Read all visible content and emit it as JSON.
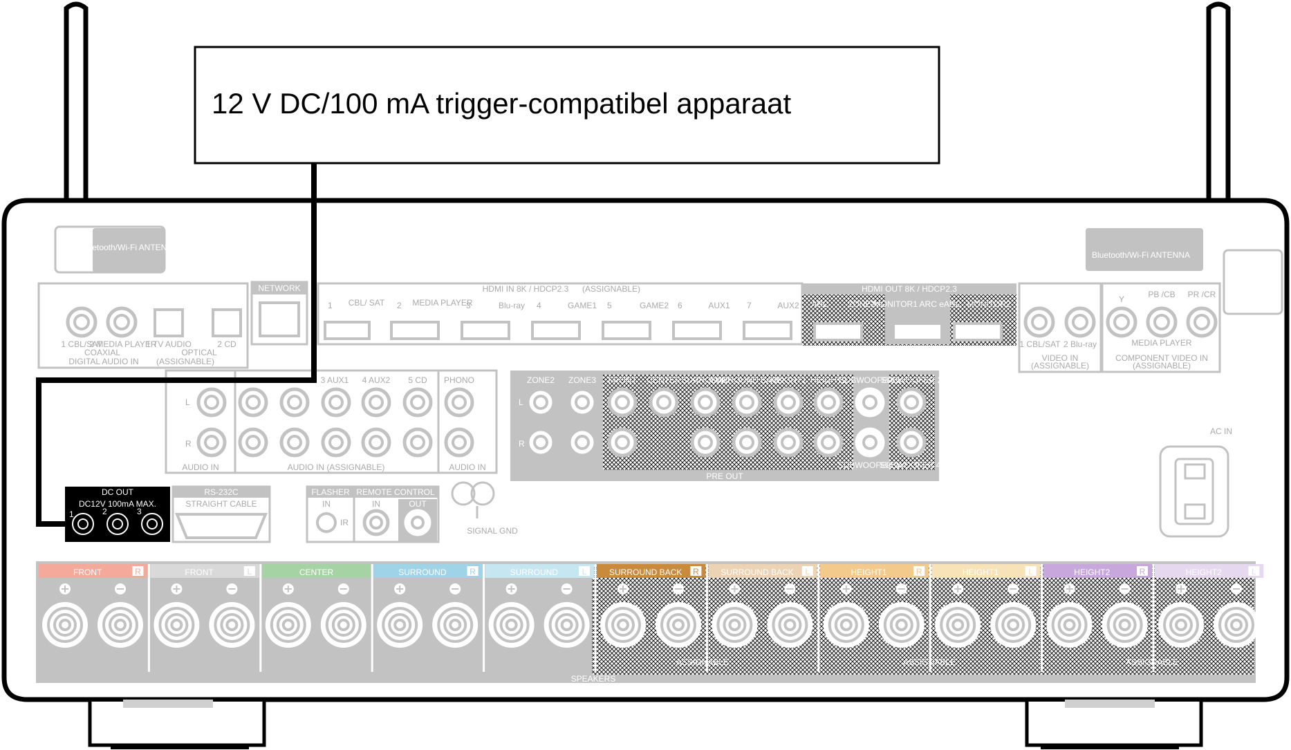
{
  "callout": {
    "text": "12 V DC/100 mA trigger-compatibel apparaat"
  },
  "antenna": {
    "left_label": "Bluetooth/Wi-Fi ANTENNA",
    "right_label": "Bluetooth/Wi-Fi ANTENNA"
  },
  "network": {
    "label": "NETWORK"
  },
  "digital_audio": {
    "label": "DIGITAL AUDIO IN",
    "assignable": "(ASSIGNABLE)",
    "coaxial_label": "COAXIAL",
    "optical_label": "OPTICAL",
    "jacks": [
      "1 CBL/SAT",
      "2 MEDIA PLAYER",
      "1 TV AUDIO",
      "2 CD"
    ]
  },
  "hdmi_in": {
    "label": "HDMI IN 8K / HDCP2.3",
    "assignable": "(ASSIGNABLE)",
    "ports": [
      {
        "num": "1",
        "name": ""
      },
      {
        "num": "2",
        "name": "CBL/ SAT"
      },
      {
        "num": "3",
        "name": "MEDIA PLAYER"
      },
      {
        "num": "4",
        "name": "Blu-ray"
      },
      {
        "num": "5",
        "name": "GAME1"
      },
      {
        "num": "6",
        "name": "GAME2"
      },
      {
        "num": "7",
        "name": "AUX1"
      },
      {
        "num": "",
        "name": "AUX2"
      }
    ]
  },
  "hdmi_out": {
    "label": "HDMI OUT 8K / HDCP2.3",
    "ports": [
      "ARC",
      "ZONE2",
      "MONITOR1 ARC eARC",
      "MONITOR2"
    ]
  },
  "video_in": {
    "label": "VIDEO IN",
    "assignable": "(ASSIGNABLE)",
    "jacks": [
      "1 CBL/SAT",
      "2 Blu-ray"
    ]
  },
  "component_video": {
    "label": "COMPONENT VIDEO IN",
    "assignable": "(ASSIGNABLE)",
    "source": "MEDIA PLAYER",
    "jacks": [
      "Y",
      "PB /CB",
      "PR /CR"
    ]
  },
  "audio_in": {
    "label_left": "AUDIO IN",
    "label_mid": "AUDIO IN (ASSIGNABLE)",
    "label_phono": "AUDIO IN",
    "inputs": [
      "3 AUX1",
      "4 AUX2",
      "5 CD"
    ],
    "phono": "PHONO",
    "l": "L",
    "r": "R"
  },
  "pre_out": {
    "label": "PRE OUT",
    "channels": [
      "ZONE2",
      "ZONE3",
      "FRONT",
      "CENTER",
      "SURROUND",
      "SURROUND BACK",
      "HEIGHT1",
      "HEIGHT2",
      "SUBWOOFER 1",
      "SUBWOOFER 2"
    ],
    "bottom": [
      "SUBWOOFER 3",
      "SUBWOOFER 4"
    ]
  },
  "dc_out": {
    "title": "DC OUT",
    "spec": "DC12V 100mA MAX.",
    "jacks": [
      "1",
      "2",
      "3"
    ]
  },
  "rs232c": {
    "title": "RS-232C",
    "sub": "STRAIGHT CABLE"
  },
  "flasher": {
    "title": "FLASHER",
    "in": "IN",
    "ir": "IR"
  },
  "remote": {
    "title": "REMOTE CONTROL",
    "in": "IN",
    "out": "OUT"
  },
  "signal_gnd": "SIGNAL GND",
  "ac_in": "AC IN",
  "speakers": {
    "label": "SPEAKERS",
    "assignable": "ASSIGNABLE",
    "groups": [
      {
        "name": "FRONT",
        "side": "R",
        "color": "#f4a99a"
      },
      {
        "name": "FRONT",
        "side": "L",
        "color": "#d9d9d9"
      },
      {
        "name": "CENTER",
        "side": "",
        "color": "#a6d3a3"
      },
      {
        "name": "SURROUND",
        "side": "R",
        "color": "#9fd3e8"
      },
      {
        "name": "SURROUND",
        "side": "L",
        "color": "#c6e6f2"
      },
      {
        "name": "SURROUND BACK",
        "side": "R",
        "color": "#c98a3c"
      },
      {
        "name": "SURROUND BACK",
        "side": "L",
        "color": "#ecd3b3"
      },
      {
        "name": "HEIGHT1",
        "side": "R",
        "color": "#f4c98c"
      },
      {
        "name": "HEIGHT1",
        "side": "L",
        "color": "#f8e2b7"
      },
      {
        "name": "HEIGHT2",
        "side": "R",
        "color": "#c8a8dc"
      },
      {
        "name": "HEIGHT2",
        "side": "L",
        "color": "#e6d8ef"
      }
    ]
  }
}
